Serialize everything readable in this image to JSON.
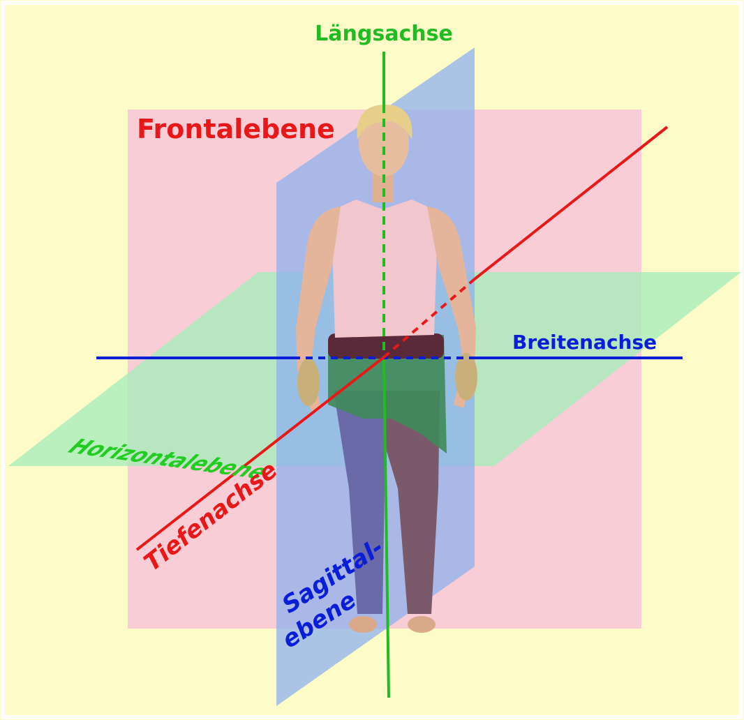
{
  "labels": {
    "longitudinal_axis": "Längsachse",
    "frontal_plane": "Frontalebene",
    "transverse_axis": "Breitenachse",
    "horizontal_plane": "Horizontalebene",
    "depth_axis": "Tiefenachse",
    "sagittal_plane_line1": "Sagittal-",
    "sagittal_plane_line2": "ebene"
  },
  "colors": {
    "background": "#fdfcc8",
    "frontal_plane": "#f8b4d0",
    "sagittal_plane": "#7ea6f0",
    "horizontal_plane": "#9eeab2",
    "longitudinal_axis": "#22bb22",
    "transverse_axis": "#0a1ed8",
    "depth_axis": "#e81818",
    "horizontal_label": "#22cc22"
  },
  "figure": {
    "description_icon": "human-figure-icon"
  }
}
